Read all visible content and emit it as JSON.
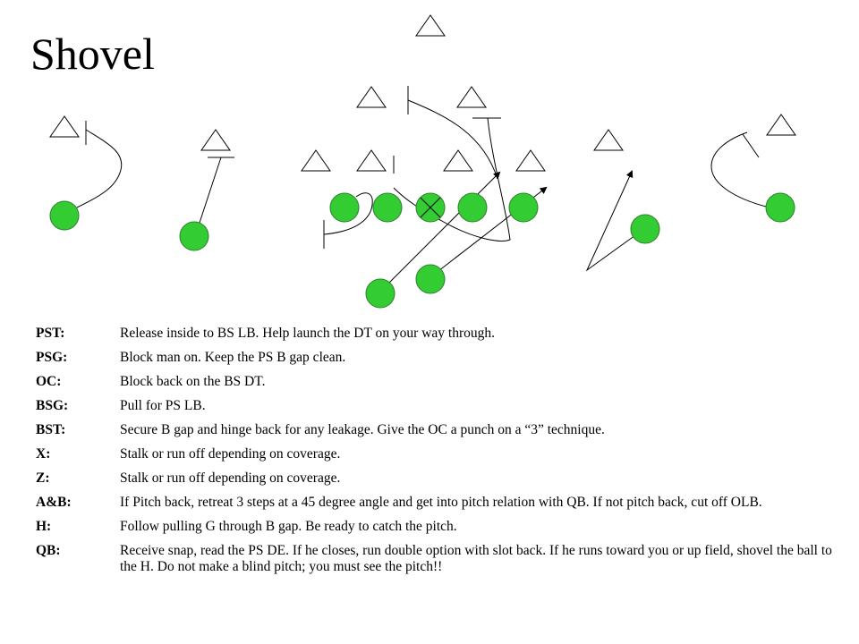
{
  "title": "Shovel",
  "colors": {
    "player_fill": "#33cc33",
    "player_stroke": "#2e7d2e",
    "line": "#000000",
    "background": "#ffffff"
  },
  "assignments": [
    {
      "pos": "PST:",
      "text": "Release inside to BS LB.  Help launch the DT on your way through."
    },
    {
      "pos": "PSG:",
      "text": "Block man on.  Keep the PS B gap clean."
    },
    {
      "pos": "OC:",
      "text": "Block back on the BS DT."
    },
    {
      "pos": "BSG:",
      "text": "Pull for PS LB."
    },
    {
      "pos": "BST:",
      "text": "Secure B gap and hinge back for any leakage.  Give the OC a punch on a “3” technique."
    },
    {
      "pos": "X:",
      "text": "Stalk or run off depending on coverage."
    },
    {
      "pos": "Z:",
      "text": "Stalk or run off depending on coverage."
    },
    {
      "pos": "A&B:",
      "text": "If Pitch back, retreat 3 steps at a 45 degree angle and get into pitch relation with QB. If not pitch back, cut off OLB."
    },
    {
      "pos": "H:",
      "text": "Follow pulling G through B gap.  Be ready to catch the pitch."
    },
    {
      "pos": "QB:",
      "text": "Receive snap, read the PS DE.  If he closes, run double option with slot back.  If he runs toward you or up field, shovel the ball to the H.  Do not make a blind pitch; you must see the pitch!!"
    }
  ]
}
